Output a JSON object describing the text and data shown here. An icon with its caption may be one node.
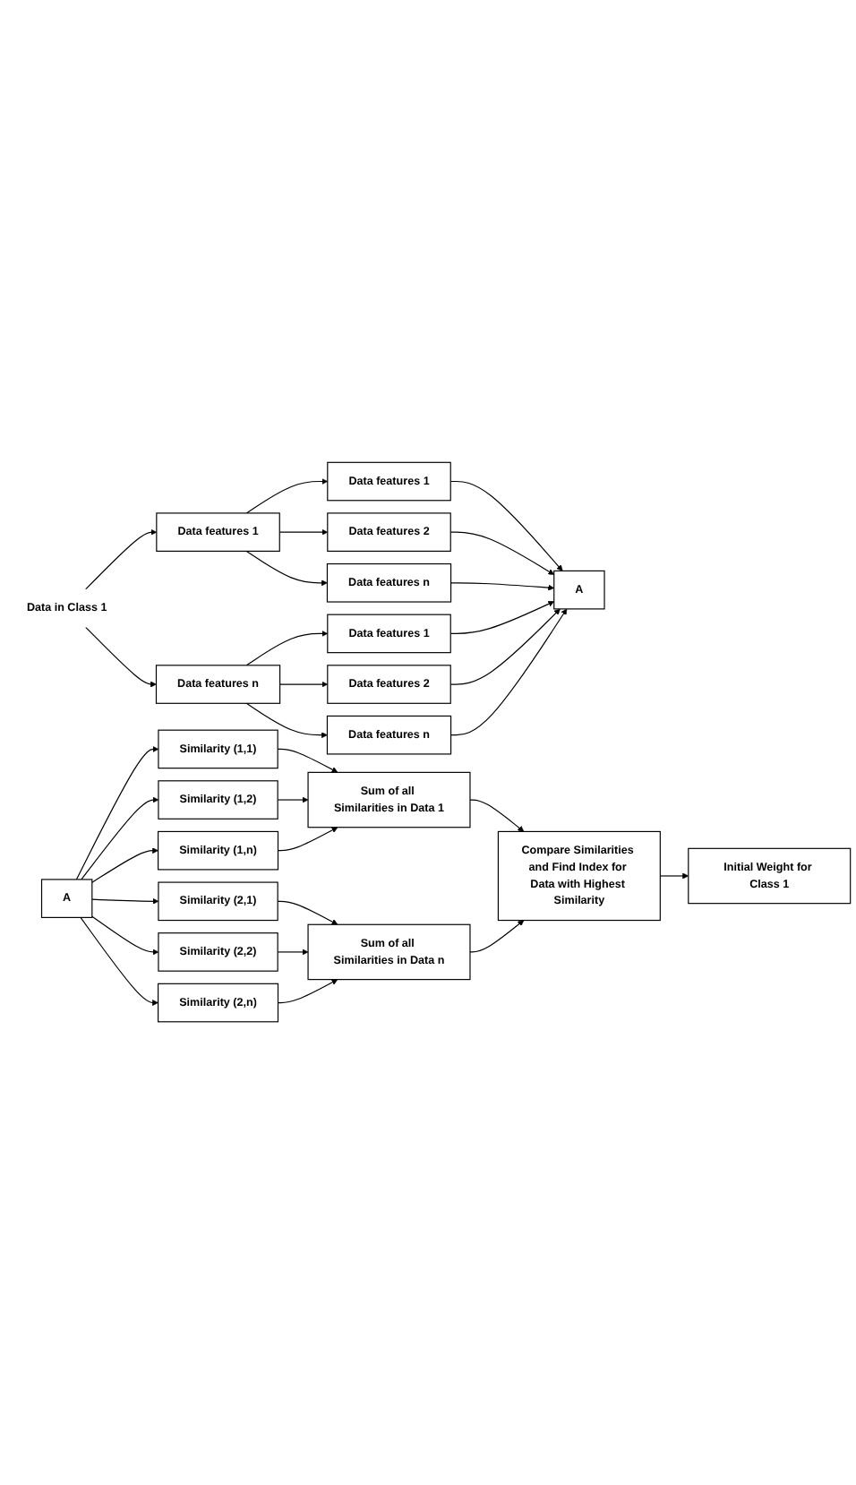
{
  "diagram": {
    "nodes": [
      {
        "text": [
          "Data features 1"
        ]
      },
      {
        "text": [
          "Data in Class 1"
        ]
      },
      {
        "text": [
          "Data features n"
        ]
      },
      {
        "text": [
          "Data features 1"
        ]
      },
      {
        "text": [
          "Data features 2"
        ]
      },
      {
        "text": [
          "Data features n"
        ]
      },
      {
        "text": [
          "Data features 1"
        ]
      },
      {
        "text": [
          "Data features 2"
        ]
      },
      {
        "text": [
          "Data features n"
        ]
      },
      {
        "text": [
          "A"
        ]
      },
      {
        "text": [
          "A"
        ]
      },
      {
        "text": [
          "Similarity (1,1)"
        ]
      },
      {
        "text": [
          "Similarity (1,2)"
        ]
      },
      {
        "text": [
          "Similarity (1,n)"
        ]
      },
      {
        "text": [
          "Similarity (2,1)"
        ]
      },
      {
        "text": [
          "Similarity (2,2)"
        ]
      },
      {
        "text": [
          "Similarity (2,n)"
        ]
      },
      {
        "text": [
          "Sum of all Similarities in Data 1"
        ]
      },
      {
        "text": [
          "Sum of all Similarities in Data n"
        ]
      },
      {
        "text": [
          "Compare Similarities and Find Index for Data with Highest Similarity"
        ]
      },
      {
        "text": [
          "Initial Weight for Class 1"
        ]
      }
    ],
    "edges": [
      {
        "from": 1,
        "to": 0,
        "arrow": "to"
      },
      {
        "from": 1,
        "to": 2,
        "arrow": "to"
      },
      {
        "from": 0,
        "to": 3,
        "arrow": "to"
      },
      {
        "from": 0,
        "to": 4,
        "arrow": "to"
      },
      {
        "from": 0,
        "to": 5,
        "arrow": "to"
      },
      {
        "from": 2,
        "to": 6,
        "arrow": "to"
      },
      {
        "from": 2,
        "to": 7,
        "arrow": "to"
      },
      {
        "from": 2,
        "to": 8,
        "arrow": "to"
      },
      {
        "from": 3,
        "to": 9,
        "arrow": "to"
      },
      {
        "from": 4,
        "to": 9,
        "arrow": "to"
      },
      {
        "from": 5,
        "to": 9,
        "arrow": "to"
      },
      {
        "from": 6,
        "to": 9,
        "arrow": "to"
      },
      {
        "from": 7,
        "to": 9,
        "arrow": "to"
      },
      {
        "from": 8,
        "to": 9,
        "arrow": "to"
      },
      {
        "from": 10,
        "to": 11,
        "arrow": "to"
      },
      {
        "from": 10,
        "to": 12,
        "arrow": "to"
      },
      {
        "from": 10,
        "to": 13,
        "arrow": "to"
      },
      {
        "from": 10,
        "to": 14,
        "arrow": "to"
      },
      {
        "from": 10,
        "to": 15,
        "arrow": "to"
      },
      {
        "from": 10,
        "to": 16,
        "arrow": "to"
      },
      {
        "from": 11,
        "to": 17,
        "arrow": "to"
      },
      {
        "from": 12,
        "to": 17,
        "arrow": "to"
      },
      {
        "from": 13,
        "to": 17,
        "arrow": "to"
      },
      {
        "from": 14,
        "to": 18,
        "arrow": "to"
      },
      {
        "from": 15,
        "to": 18,
        "arrow": "to"
      },
      {
        "from": 16,
        "to": 18,
        "arrow": "to"
      },
      {
        "from": 17,
        "to": 19,
        "arrow": "to"
      },
      {
        "from": 18,
        "to": 19,
        "arrow": "to"
      },
      {
        "from": 19,
        "to": 20,
        "arrow": "to"
      }
    ]
  }
}
